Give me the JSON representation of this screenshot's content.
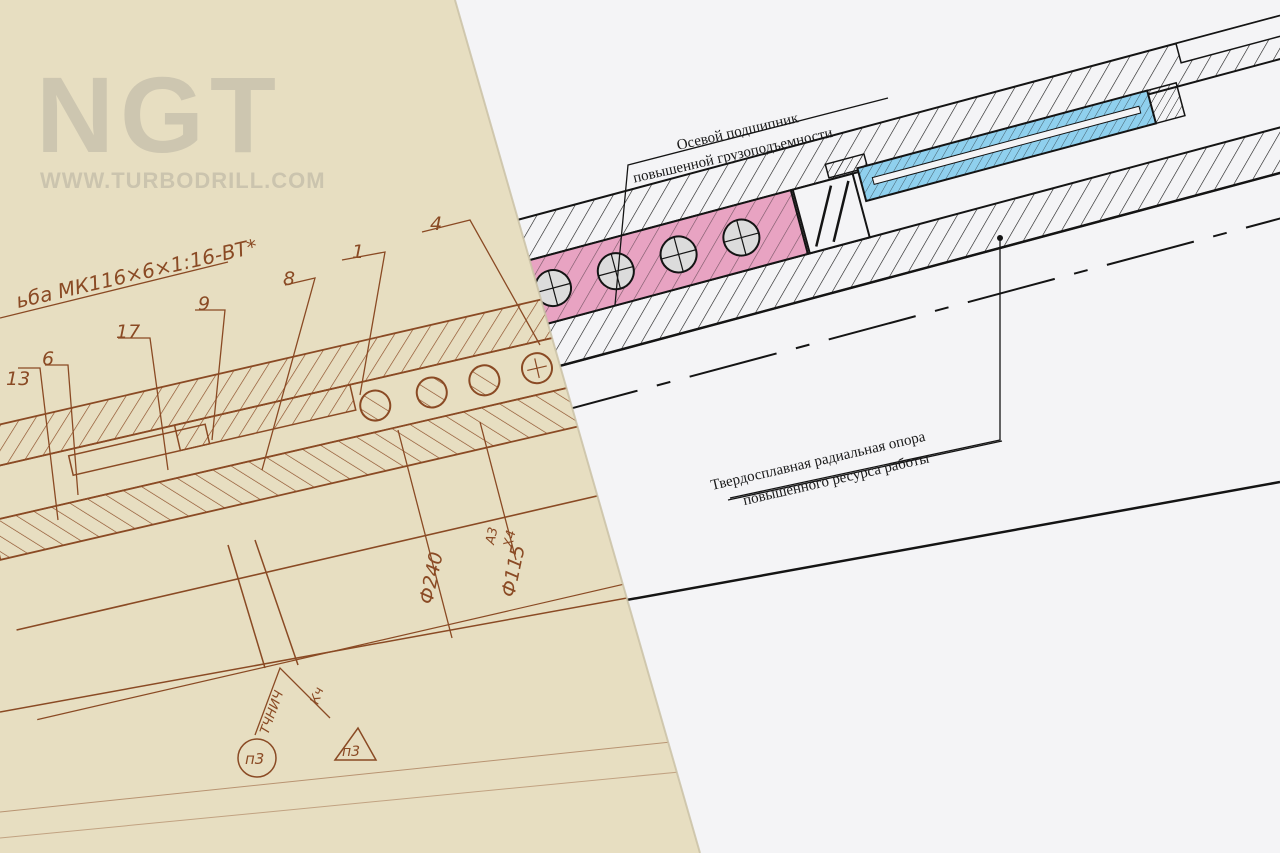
{
  "watermark": {
    "logo_text": "NGT",
    "url_text": "WWW.TURBODRILL.COM"
  },
  "new_drawing": {
    "bearing_callout": {
      "line1": "Осевой подшипник",
      "line2": "повышенной грузоподъемности"
    },
    "radial_callout": {
      "line1": "Твердосплавная радиальная опора",
      "line2": "повышенного ресурса работы"
    },
    "colors": {
      "paper": "#f4f4f6",
      "ink": "#141414",
      "bearing_fill": "#e8a3c2",
      "radial_fill": "#8fd0ee"
    }
  },
  "old_drawing": {
    "thread_note": "ьба МК116×6×1:16-ВТ*",
    "part_numbers": [
      "13",
      "6",
      "17",
      "9",
      "8",
      "1",
      "4"
    ],
    "dim_outer": "Ф240",
    "dim_inner": "Ф115",
    "dim_fit_top": "А3",
    "dim_fit_bottom": "Х4",
    "finish_note": "ТЧНИЧ",
    "finish_note_2": "Кч",
    "symbol_left": "п3",
    "symbol_right": "п3",
    "colors": {
      "paper": "#ece3c8",
      "ink": "#8a4a24"
    }
  }
}
